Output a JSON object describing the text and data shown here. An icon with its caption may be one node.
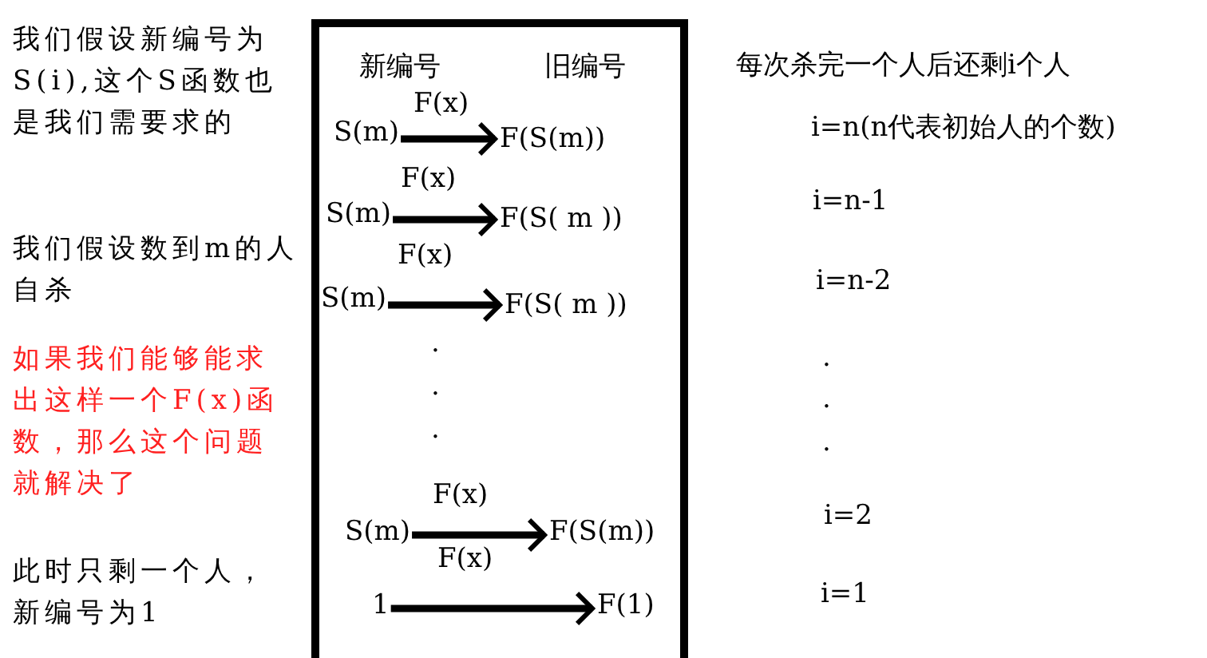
{
  "diagram": {
    "nodes": [
      {
        "text": [
          "新编号",
          "旧编号"
        ]
      },
      {
        "text": [
          "S(m)"
        ],
        "in": 0
      },
      {
        "text": [
          "F(S(m))"
        ],
        "in": 0
      },
      {
        "text": [
          "S(m)"
        ],
        "in": 0
      },
      {
        "text": [
          "F(S( m ))"
        ],
        "in": 0
      },
      {
        "text": [
          "S(m)"
        ],
        "in": 0
      },
      {
        "text": [
          "F(S( m ))"
        ],
        "in": 0
      },
      {
        "text": [
          "S(m)"
        ],
        "in": 0
      },
      {
        "text": [
          "F(S(m))"
        ],
        "in": 0
      },
      {
        "text": [
          "1"
        ],
        "in": 0
      },
      {
        "text": [
          "F(1)"
        ],
        "in": 0
      }
    ],
    "edges": [
      {
        "from": 1,
        "to": 2,
        "arrow": "to",
        "label": "F(x)"
      },
      {
        "from": 3,
        "to": 4,
        "arrow": "to",
        "label": "F(x)"
      },
      {
        "from": 5,
        "to": 6,
        "arrow": "to",
        "label": "F(x)"
      },
      {
        "from": 7,
        "to": 8,
        "arrow": "to",
        "label": "F(x)"
      },
      {
        "from": 9,
        "to": 10,
        "arrow": "to",
        "label": "F(x)"
      }
    ],
    "labels": [
      "我们假设新编号为S(i),这个S函数也是我们需要求的",
      "我们假设数到m的人自杀",
      "如果我们能够能求出这样一个F(x)函数，那么这个问题就解决了",
      "此时只剩一个人，新编号为1",
      ".",
      ".",
      ".",
      "每次杀完一个人后还剩i个人",
      "i=n(n代表初始人的个数)",
      "i=n-1",
      "i=n-2",
      ".",
      ".",
      ".",
      "i=2",
      "i=1"
    ]
  }
}
